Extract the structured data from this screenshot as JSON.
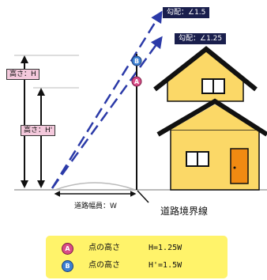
{
  "slope_labels": {
    "upper": "勾配：∠1.5",
    "lower": "勾配：∠1.25"
  },
  "height_labels": {
    "total": "高さ：H",
    "partial": "高さ：H'"
  },
  "points": {
    "a": "A",
    "b": "B"
  },
  "road_width_label": "道路幅員：W",
  "boundary_label": "道路境界線",
  "legend": {
    "rows": [
      {
        "mark": "A",
        "label": "点の高さ",
        "value": "H=1.25W",
        "color": "#d94c86"
      },
      {
        "mark": "B",
        "label": "点の高さ",
        "value": "H'=1.5W",
        "color": "#3b7fd1"
      }
    ]
  },
  "colors": {
    "arrow": "#2b3aa8",
    "house_wall": "#fbd867",
    "house_roof": "#111111",
    "door": "#f08a12",
    "legend_bg": "#fff36a",
    "tag_bg": "#1a1f4d"
  }
}
